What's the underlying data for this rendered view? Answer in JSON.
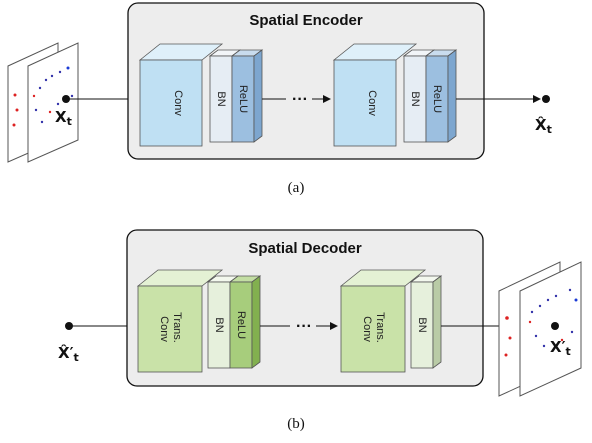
{
  "encoder": {
    "title": "Spatial Encoder",
    "block1": {
      "conv": "Conv",
      "bn": "BN",
      "act": "ReLU"
    },
    "block2": {
      "conv": "Conv",
      "bn": "BN",
      "act": "ReLU"
    },
    "ellipsis": "···",
    "input_var": "X",
    "input_sub": "t",
    "output_var": "X̂",
    "output_sub": "t"
  },
  "decoder": {
    "title": "Spatial Decoder",
    "block1": {
      "conv_line1": "Trans.",
      "conv_line2": "Conv",
      "bn": "BN",
      "act": "ReLU"
    },
    "block2": {
      "conv_line1": "Trans.",
      "conv_line2": "Conv",
      "bn": "BN"
    },
    "ellipsis": "···",
    "input_var": "X̂′",
    "input_sub": "t",
    "output_var": "X′",
    "output_sub": "t"
  },
  "captions": {
    "a": "(a)",
    "b": "(b)"
  },
  "colors": {
    "panel_fill": "#ededed",
    "enc_front": "#bfe0f3",
    "enc_top": "#dff0fa",
    "enc_side": "#8fc2de",
    "enc_relu": "#7da6cf",
    "dec_front": "#c9e2a8",
    "dec_top": "#e4f1d4",
    "dec_side": "#9dc27a",
    "dec_relu": "#82b04f",
    "bn": "#e6edf4"
  }
}
